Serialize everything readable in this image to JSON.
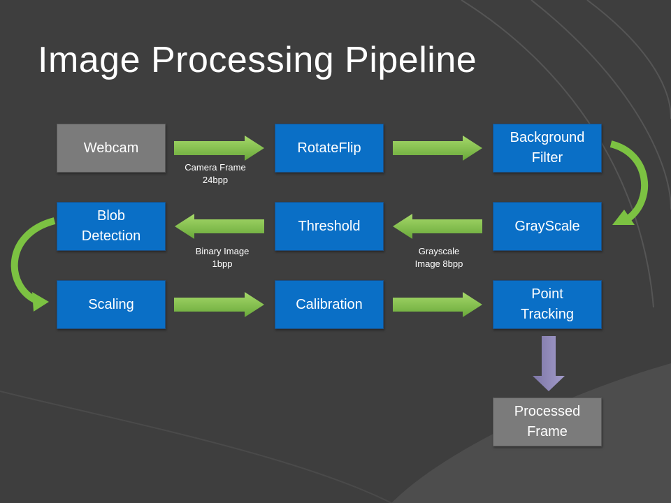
{
  "title": "Image Processing Pipeline",
  "colors": {
    "process_box": "#0a6fc6",
    "io_box": "#7b7b7b",
    "flow_arrow": "#7cc242",
    "output_arrow": "#8f88b4"
  },
  "nodes": {
    "webcam": "Webcam",
    "rotateflip": "RotateFlip",
    "background_filter": "Background\nFilter",
    "grayscale": "GrayScale",
    "threshold": "Threshold",
    "blob_detection": "Blob\nDetection",
    "scaling": "Scaling",
    "calibration": "Calibration",
    "point_tracking": "Point\nTracking",
    "processed_frame": "Processed\nFrame"
  },
  "edge_labels": {
    "camera_frame": "Camera Frame\n24bpp",
    "grayscale_image": "Grayscale\nImage 8bpp",
    "binary_image": "Binary Image\n1bpp"
  }
}
